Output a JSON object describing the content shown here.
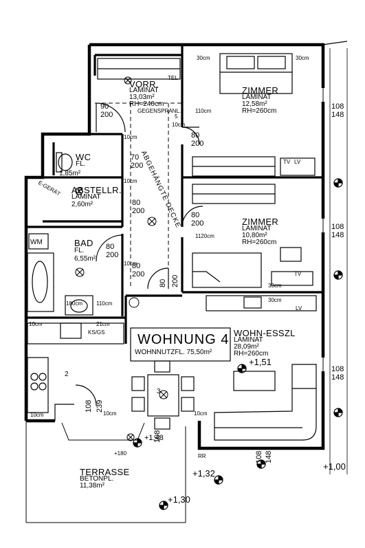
{
  "unit": {
    "title": "WOHNUNG 4",
    "area_label": "WOHNNUTZFL. 75,50m²"
  },
  "rooms": {
    "vorraum": {
      "name": "VORR.",
      "floor": "LAMINAT",
      "area": "13,03m²",
      "height": "RH=240cm"
    },
    "zimmer1": {
      "name": "ZIMMER",
      "floor": "LAMINAT",
      "area": "12,58m²",
      "height": "RH=260cm"
    },
    "wc": {
      "name": "WC",
      "floor": "FL.",
      "area": "1,85m²"
    },
    "abstell": {
      "name": "ABSTELLR.",
      "floor": "LAMINAT",
      "area": "2,60m²",
      "note": "E-GERÄT"
    },
    "bad": {
      "name": "BAD",
      "floor": "FL.",
      "area": "6,55m²"
    },
    "zimmer2": {
      "name": "ZIMMER",
      "floor": "LAMINAT",
      "area": "10,80m²",
      "height": "RH=260cm"
    },
    "wohn": {
      "name": "WOHN-ESSZL",
      "floor": "LAMINAT",
      "area": "28,09m²",
      "height": "RH=260cm"
    },
    "terrasse": {
      "name": "TERRASSE",
      "floor": "BETONPL.",
      "area": "11,38m²"
    }
  },
  "annotations": {
    "ceiling": "ABGEHÄNGTE DECKE",
    "gs": "GEGENSPRANL.",
    "tel": "TEL",
    "wm": "WM",
    "ks_gs": "KS/GS",
    "tv": "TV",
    "lv": "LV",
    "rr": "RR",
    "num2": "2",
    "num3": "3",
    "num5": "5"
  },
  "dims": {
    "d90": "90",
    "d200": "200",
    "d80": "80",
    "d70": "70",
    "d108": "108",
    "d148": "148",
    "d239": "239",
    "c10": "10cm",
    "c30": "30cm",
    "c21": "21cm",
    "c180": "180cm",
    "c110": "110cm",
    "c1120": "1120cm"
  },
  "levels": {
    "l151": "+1,51",
    "l148": "+1,48",
    "l132": "+1,32",
    "l130": "+1,30",
    "l100": "+1,00",
    "l180": "+180"
  }
}
